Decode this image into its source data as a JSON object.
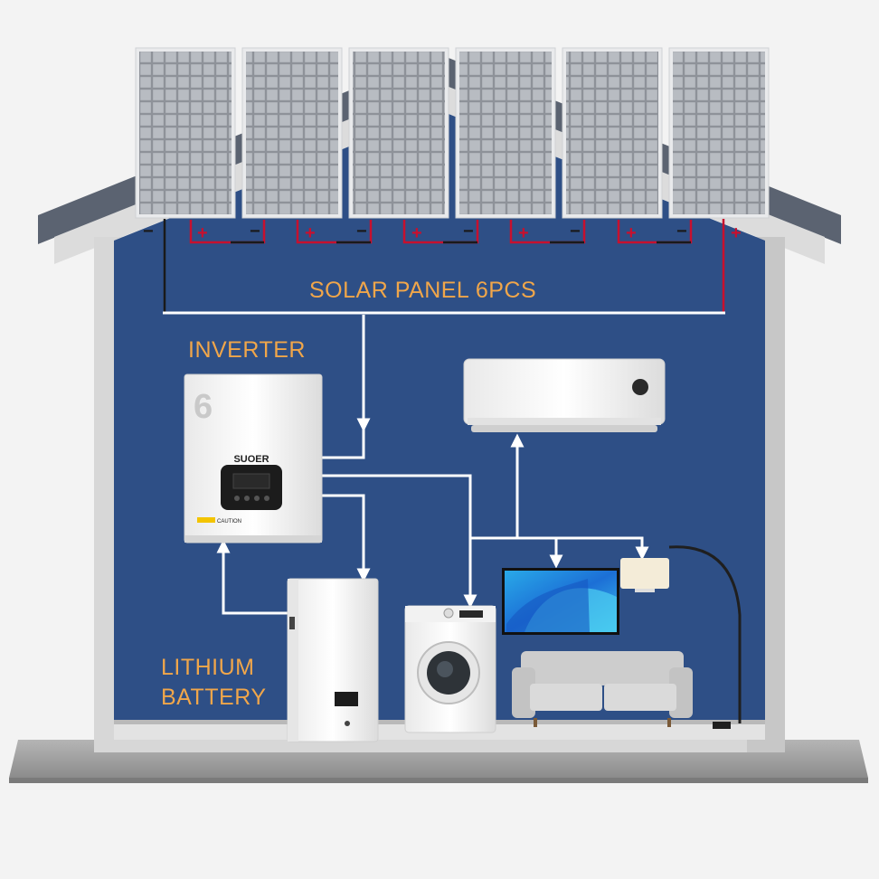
{
  "labels": {
    "solar_panels": "SOLAR PANEL 6PCS",
    "inverter": "INVERTER",
    "battery_line1": "LITHIUM",
    "battery_line2": "BATTERY"
  },
  "inverter": {
    "number": "6",
    "brand": "SUOER",
    "caution": "CAUTION"
  },
  "terminals": {
    "positive": "+",
    "negative": "−"
  },
  "colors": {
    "wall": "#2e4f86",
    "label_orange": "#f0a64a",
    "wire_white": "#ffffff",
    "wire_red": "#c8102e",
    "house_frame": "#d9d9d9",
    "roof": "#5a6270",
    "ground": "#9a9a9a"
  },
  "panel_count": 6
}
